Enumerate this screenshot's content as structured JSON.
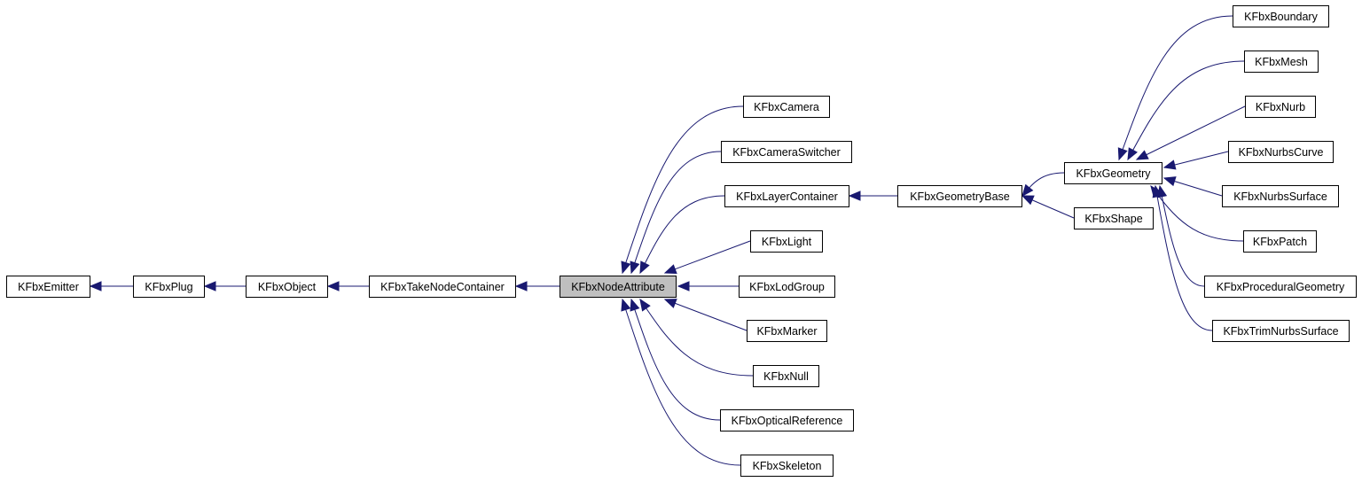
{
  "diagram": {
    "current_node": "KFbxNodeAttribute",
    "nodes": [
      {
        "id": "emitter",
        "label": "KFbxEmitter"
      },
      {
        "id": "plug",
        "label": "KFbxPlug"
      },
      {
        "id": "object",
        "label": "KFbxObject"
      },
      {
        "id": "takenode",
        "label": "KFbxTakeNodeContainer"
      },
      {
        "id": "nodeattr",
        "label": "KFbxNodeAttribute"
      },
      {
        "id": "camera",
        "label": "KFbxCamera"
      },
      {
        "id": "cameraswitcher",
        "label": "KFbxCameraSwitcher"
      },
      {
        "id": "layercontainer",
        "label": "KFbxLayerContainer"
      },
      {
        "id": "light",
        "label": "KFbxLight"
      },
      {
        "id": "lodgroup",
        "label": "KFbxLodGroup"
      },
      {
        "id": "marker",
        "label": "KFbxMarker"
      },
      {
        "id": "null",
        "label": "KFbxNull"
      },
      {
        "id": "opticalref",
        "label": "KFbxOpticalReference"
      },
      {
        "id": "skeleton",
        "label": "KFbxSkeleton"
      },
      {
        "id": "geombase",
        "label": "KFbxGeometryBase"
      },
      {
        "id": "geometry",
        "label": "KFbxGeometry"
      },
      {
        "id": "shape",
        "label": "KFbxShape"
      },
      {
        "id": "boundary",
        "label": "KFbxBoundary"
      },
      {
        "id": "mesh",
        "label": "KFbxMesh"
      },
      {
        "id": "nurb",
        "label": "KFbxNurb"
      },
      {
        "id": "nurbscurve",
        "label": "KFbxNurbsCurve"
      },
      {
        "id": "nurbssurface",
        "label": "KFbxNurbsSurface"
      },
      {
        "id": "patch",
        "label": "KFbxPatch"
      },
      {
        "id": "procgeom",
        "label": "KFbxProceduralGeometry"
      },
      {
        "id": "trimnurbs",
        "label": "KFbxTrimNurbsSurface"
      }
    ],
    "edges": [
      {
        "from": "plug",
        "to": "emitter"
      },
      {
        "from": "object",
        "to": "plug"
      },
      {
        "from": "takenode",
        "to": "object"
      },
      {
        "from": "nodeattr",
        "to": "takenode"
      },
      {
        "from": "camera",
        "to": "nodeattr"
      },
      {
        "from": "cameraswitcher",
        "to": "nodeattr"
      },
      {
        "from": "layercontainer",
        "to": "nodeattr"
      },
      {
        "from": "light",
        "to": "nodeattr"
      },
      {
        "from": "lodgroup",
        "to": "nodeattr"
      },
      {
        "from": "marker",
        "to": "nodeattr"
      },
      {
        "from": "null",
        "to": "nodeattr"
      },
      {
        "from": "opticalref",
        "to": "nodeattr"
      },
      {
        "from": "skeleton",
        "to": "nodeattr"
      },
      {
        "from": "geombase",
        "to": "layercontainer"
      },
      {
        "from": "geometry",
        "to": "geombase"
      },
      {
        "from": "shape",
        "to": "geombase"
      },
      {
        "from": "boundary",
        "to": "geometry"
      },
      {
        "from": "mesh",
        "to": "geometry"
      },
      {
        "from": "nurb",
        "to": "geometry"
      },
      {
        "from": "nurbscurve",
        "to": "geometry"
      },
      {
        "from": "nurbssurface",
        "to": "geometry"
      },
      {
        "from": "patch",
        "to": "geometry"
      },
      {
        "from": "procgeom",
        "to": "geometry"
      },
      {
        "from": "trimnurbs",
        "to": "geometry"
      }
    ],
    "edge_color": "#191970",
    "current_fill": "#bfbfbf"
  }
}
